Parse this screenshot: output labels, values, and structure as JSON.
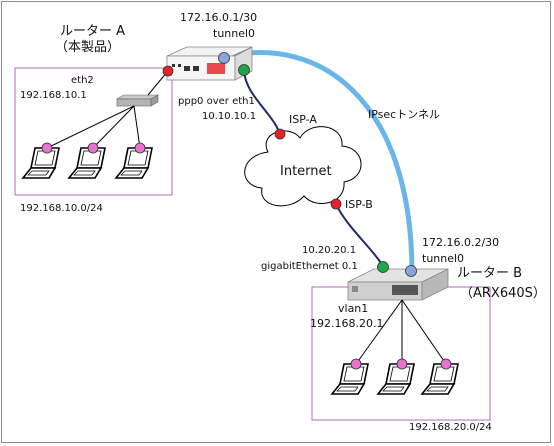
{
  "router_a": {
    "name": "ルーター A",
    "subtitle": "（本製品）",
    "tunnel_address": "172.16.0.1/30",
    "tunnel_name": "tunnel0",
    "lan_if": "eth2",
    "lan_address": "192.168.10.1",
    "wan_if": "ppp0 over eth1",
    "wan_address": "10.10.10.1",
    "lan_network": "192.168.10.0/24"
  },
  "router_b": {
    "name": "ルーター B",
    "subtitle": "（ARX640S）",
    "tunnel_address": "172.16.0.2/30",
    "tunnel_name": "tunnel0",
    "wan_address": "10.20.20.1",
    "wan_if": "gigabitEthernet 0.1",
    "lan_if": "vlan1",
    "lan_address": "192.168.20.1",
    "lan_network": "192.168.20.0/24"
  },
  "isp_a": "ISP-A",
  "isp_b": "ISP-B",
  "internet_label": "Internet",
  "ipsec_label": "IPsecトンネル",
  "colors": {
    "tunnel_line": "#6bb6e8",
    "link_line": "#1f2a6e",
    "lan_box_border": "#b06bb6",
    "port_red": "#e8202a",
    "port_green": "#21a64a",
    "port_blue": "#8aa4e0",
    "pc_port_pink": "#e872d2"
  },
  "icons": {
    "router_a": "router-icon",
    "router_b": "router-icon",
    "switch": "switch-icon",
    "pc": "laptop-icon",
    "cloud": "cloud-icon"
  }
}
